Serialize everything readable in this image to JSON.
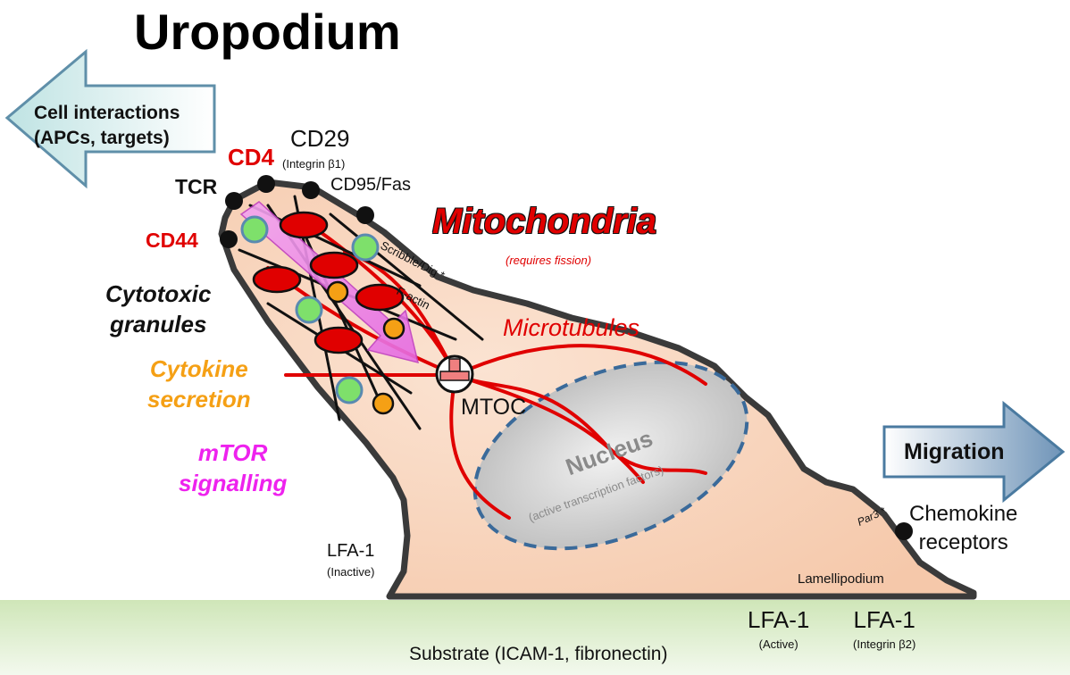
{
  "title": "Uropodium",
  "arrows": {
    "left": {
      "line1": "Cell interactions",
      "line2": "(APCs, targets)"
    },
    "right": {
      "label": "Migration"
    }
  },
  "receptors": {
    "cd4": "CD4",
    "cd29": "CD29",
    "cd29_sub": "(Integrin β1)",
    "tcr": "TCR",
    "cd95": "CD95/Fas",
    "cd44": "CD44",
    "chemokine_line1": "Chemokine",
    "chemokine_line2": "receptors"
  },
  "organelles": {
    "mitochondria": "Mitochondria",
    "mitochondria_sub": "(requires fission)",
    "scribble": "Scribble/Dig *",
    "factin": "F-actin",
    "microtubules": "Microtubules",
    "mtoc": "MTOC",
    "nucleus": "Nucleus",
    "nucleus_sub": "(active transcription factors)",
    "par3": "Par3 *",
    "lamellipodium": "Lamellipodium"
  },
  "functions": {
    "cytotoxic_line1": "Cytotoxic",
    "cytotoxic_line2": "granules",
    "cytokine_line1": "Cytokine",
    "cytokine_line2": "secretion",
    "mtor_line1": "mTOR",
    "mtor_line2": "signalling"
  },
  "integrins": {
    "lfa1_inactive": "LFA-1",
    "lfa1_inactive_sub": "(Inactive)",
    "lfa1_active": "LFA-1",
    "lfa1_active_sub": "(Active)",
    "lfa1_beta2": "LFA-1",
    "lfa1_beta2_sub": "(Integrin β2)"
  },
  "substrate": "Substrate (ICAM-1, fibronectin)",
  "colors": {
    "cell_fill": "#f7d3bb",
    "membrane": "#3a3a3a",
    "mito_red": "#e00000",
    "granule_green": "#7ee06b",
    "granule_orange": "#f5a015",
    "nucleus_fill": "#c8c8c8",
    "nucleus_border": "#3a6a9a",
    "substrate_green": "#cfe6b8",
    "arrow_fill": "#dceef0",
    "arrow_stroke": "#4a7aa0",
    "mtor_magenta": "#ee22ee"
  }
}
